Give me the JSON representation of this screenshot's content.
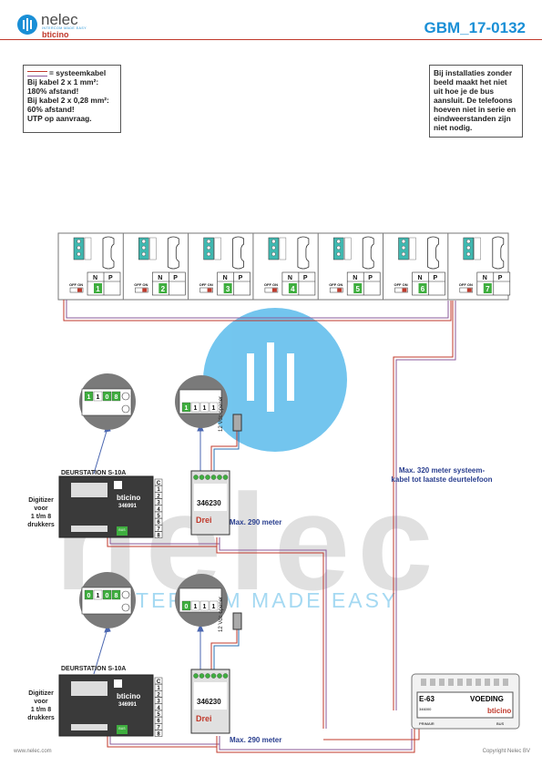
{
  "header": {
    "brand_name": "nelec",
    "brand_tagline": "INTERCOM MADE EASY",
    "partner_brand": "bticino",
    "doc_code": "GBM_17-0132",
    "accent_color": "#1a8fd6",
    "rule_color": "#c0392b"
  },
  "legend_note": {
    "line1_swatch_label": "= systeemkabel",
    "lines": [
      "Bij kabel 2 x 1 mm²:",
      "180% afstand!",
      "Bij kabel 2 x 0,28 mm²:",
      "60% afstand!",
      "UTP op aanvraag."
    ]
  },
  "install_note": {
    "lines": [
      "Bij installaties zonder",
      "beeld maakt het niet",
      "uit hoe je de bus",
      "aansluit. De telefoons",
      "hoeven niet in serie en",
      "eindweerstanden zijn",
      "niet nodig."
    ]
  },
  "phones": {
    "col_n": "N",
    "col_p": "P",
    "switch_label": "OFF ON",
    "numbers": [
      "1",
      "2",
      "3",
      "4",
      "5",
      "6",
      "7"
    ]
  },
  "door_stations": [
    {
      "title": "DEURSTATION S-10A",
      "brand": "bticino",
      "model": "346991",
      "bus_label": "BUS",
      "terminals": [
        "C",
        "1",
        "2",
        "3",
        "4",
        "5",
        "6",
        "7",
        "8"
      ],
      "digitizer_label": [
        "Digitizer",
        "voor",
        "1 t/m 8",
        "drukkers"
      ],
      "digitizer_display": [
        "1",
        "1",
        "0",
        "8"
      ],
      "relay_display": [
        "1",
        "1",
        "1",
        "1"
      ],
      "relay_model": "346230",
      "relay_brand": "Drei",
      "opener_label": "12 Vdc opener",
      "distance_label": "Max. 290 meter"
    },
    {
      "title": "DEURSTATION S-10A",
      "brand": "bticino",
      "model": "346991",
      "bus_label": "BUS",
      "terminals": [
        "C",
        "1",
        "2",
        "3",
        "4",
        "5",
        "6",
        "7",
        "8"
      ],
      "digitizer_label": [
        "Digitizer",
        "voor",
        "1 t/m 8",
        "drukkers"
      ],
      "digitizer_display": [
        "0",
        "1",
        "0",
        "8"
      ],
      "relay_display": [
        "0",
        "1",
        "1",
        "1"
      ],
      "relay_model": "346230",
      "relay_brand": "Drei",
      "opener_label": "12 Vdc opener",
      "distance_label": "Max. 290 meter"
    }
  ],
  "max_note": [
    "Max. 320 meter systeem-",
    "kabel tot laatste deurtelefoon"
  ],
  "psu": {
    "code": "E-63",
    "title": "VOEDING",
    "model": "346000",
    "primary_label": "PRIMAIR",
    "bus_label": "BUS",
    "brand": "bticino"
  },
  "watermark": {
    "word": "nelec",
    "tagline": "INTERCOM MADE EASY",
    "color": "#5bbcec"
  },
  "footer": {
    "left": "www.nelec.com",
    "right": "Copyright Nelec BV"
  }
}
